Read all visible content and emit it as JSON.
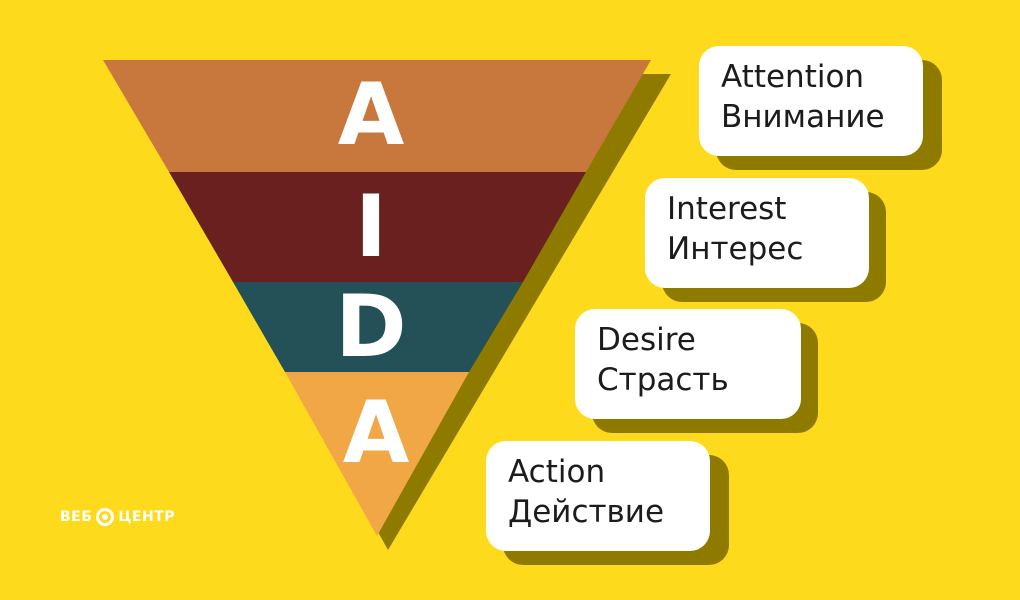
{
  "funnel": {
    "levels": [
      {
        "letter": "A",
        "color": "#C8783C"
      },
      {
        "letter": "I",
        "color": "#6A201E"
      },
      {
        "letter": "D",
        "color": "#245058"
      },
      {
        "letter": "A",
        "color": "#F2A746"
      }
    ],
    "shadow_color": "#8F7A00"
  },
  "cards": [
    {
      "line1": "Attention",
      "line2": "Внимание"
    },
    {
      "line1": "Interest",
      "line2": "Интерес"
    },
    {
      "line1": "Desire",
      "line2": "Страсть"
    },
    {
      "line1": "Action",
      "line2": "Действие"
    }
  ],
  "logo": {
    "left": "ВЕБ",
    "right": "ЦЕНТР"
  },
  "colors": {
    "background": "#FDDB1C",
    "card": "#FFFFFF",
    "text": "#1C1C1C"
  }
}
